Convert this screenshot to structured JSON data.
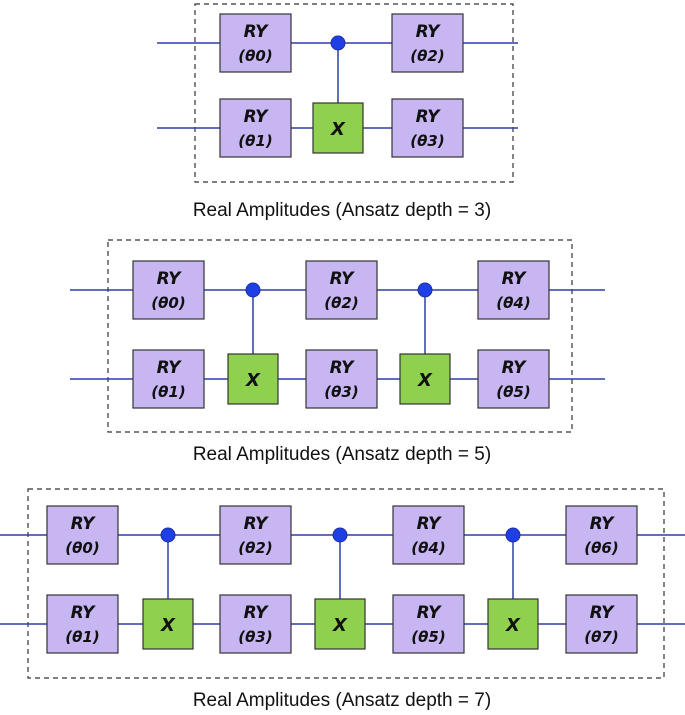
{
  "gate_label": "RY",
  "cnot_target_label": "X",
  "circuits": [
    {
      "caption": "Real Amplitudes (Ansatz depth = 3)",
      "params_top": [
        "(θ0)",
        "(θ2)"
      ],
      "params_bottom": [
        "(θ1)",
        "(θ3)"
      ]
    },
    {
      "caption": "Real Amplitudes (Ansatz depth = 5)",
      "params_top": [
        "(θ0)",
        "(θ2)",
        "(θ4)"
      ],
      "params_bottom": [
        "(θ1)",
        "(θ3)",
        "(θ5)"
      ]
    },
    {
      "caption": "Real Amplitudes (Ansatz depth = 7)",
      "params_top": [
        "(θ0)",
        "(θ2)",
        "(θ4)",
        "(θ6)"
      ],
      "params_bottom": [
        "(θ1)",
        "(θ3)",
        "(θ5)",
        "(θ7)"
      ]
    }
  ],
  "colors": {
    "ry_fill": "#c7b6f2",
    "cnot_fill": "#8fd14f",
    "wire": "#2e3fa6",
    "control_dot": "#1f3fe6"
  }
}
